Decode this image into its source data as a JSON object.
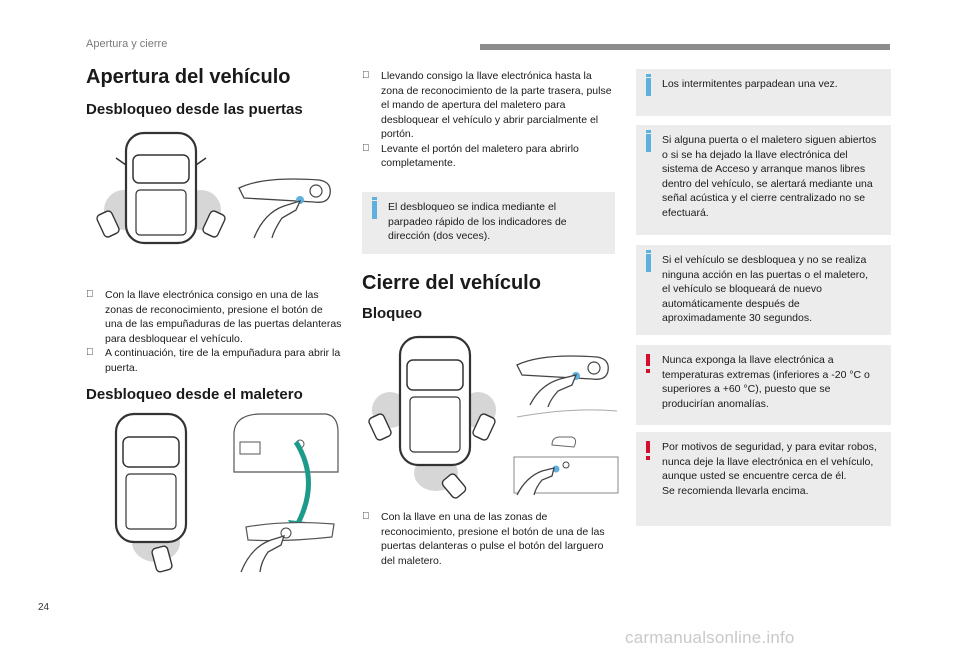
{
  "header": {
    "section": "Apertura y cierre"
  },
  "page_number": "24",
  "watermark": "carmanualsonline.info",
  "col1": {
    "title": "Apertura del vehículo",
    "sub1": "Desbloqueo desde las puertas",
    "bullets1": [
      "Con la llave electrónica consigo en una de las zonas de reconocimiento, presione el botón de una de las empuñaduras de las puertas delanteras para desbloquear el vehículo.",
      "A continuación, tire de la empuñadura para abrir la puerta."
    ],
    "sub2": "Desbloqueo desde el maletero",
    "bullet_mark": ""
  },
  "col2": {
    "bullets_top": [
      "Llevando consigo la llave electrónica hasta la zona de reconocimiento de la parte trasera, pulse el mando de apertura del maletero para desbloquear el vehículo y abrir parcialmente el portón.",
      "Levante el portón del maletero para abrirlo completamente."
    ],
    "note": "El desbloqueo se indica mediante el parpadeo rápido de los indicadores de dirección (dos veces).",
    "title": "Cierre del vehículo",
    "sub": "Bloqueo",
    "bullets_bottom": [
      "Con la llave en una de las zonas de reconocimiento, presione el botón de una de las puertas delanteras o pulse el botón del larguero del maletero."
    ]
  },
  "col3": {
    "notes": [
      {
        "type": "info",
        "text": "Los intermitentes parpadean una vez."
      },
      {
        "type": "info",
        "text": "Si alguna puerta o el maletero siguen abiertos o si se ha dejado la llave electrónica del sistema de Acceso y arranque manos libres dentro del vehículo, se alertará mediante una señal acústica y el cierre centralizado no se efectuará."
      },
      {
        "type": "info",
        "text": "Si el vehículo se desbloquea y no se realiza ninguna acción en las puertas o el maletero, el vehículo se bloqueará de nuevo automáticamente después de aproximadamente 30 segundos."
      },
      {
        "type": "warning",
        "text": "Nunca exponga la llave electrónica a temperaturas extremas (inferiores a -20 °C o superiores a +60 °C), puesto que se producirían anomalías."
      },
      {
        "type": "warning",
        "text": "Por motivos de seguridad, y para evitar robos, nunca deje la llave electrónica en el vehículo, aunque usted se encuentre cerca de él.\nSe recomienda llevarla encima."
      }
    ]
  },
  "colors": {
    "accent_blue": "#5fb0dc",
    "warning_red": "#d2102e",
    "note_bg": "#ececec",
    "rule_gray": "#8c8c8c"
  }
}
